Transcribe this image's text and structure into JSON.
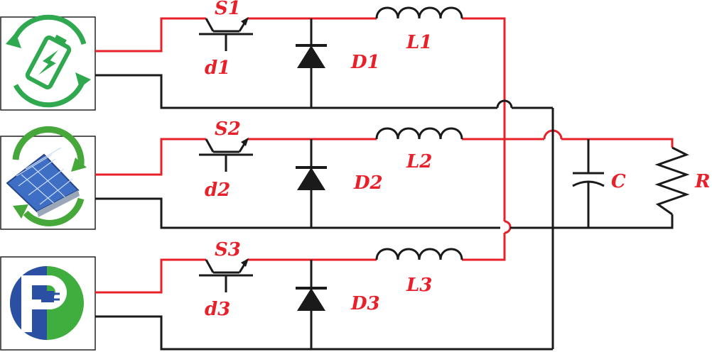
{
  "colors": {
    "positive_wire": "#e8202a",
    "return_wire": "#1a1a1a",
    "label": "#e8202a",
    "battery_green": "#2fa84f",
    "solar_blue": "#3f6fc4",
    "solar_green": "#46a83a",
    "charger_blue": "#2b4fa3",
    "charger_green": "#3fae3f"
  },
  "sources": [
    {
      "icon": "battery-recycle-icon"
    },
    {
      "icon": "solar-panel-icon"
    },
    {
      "icon": "ev-charging-icon"
    }
  ],
  "labels": {
    "s1": "S1",
    "d1_gate": "d1",
    "diode1": "D1",
    "inductor1": "L1",
    "s2": "S2",
    "d2_gate": "d2",
    "diode2": "D2",
    "inductor2": "L2",
    "s3": "S3",
    "d3_gate": "d3",
    "diode3": "D3",
    "inductor3": "L3",
    "capacitor": "C",
    "resistor": "R"
  }
}
